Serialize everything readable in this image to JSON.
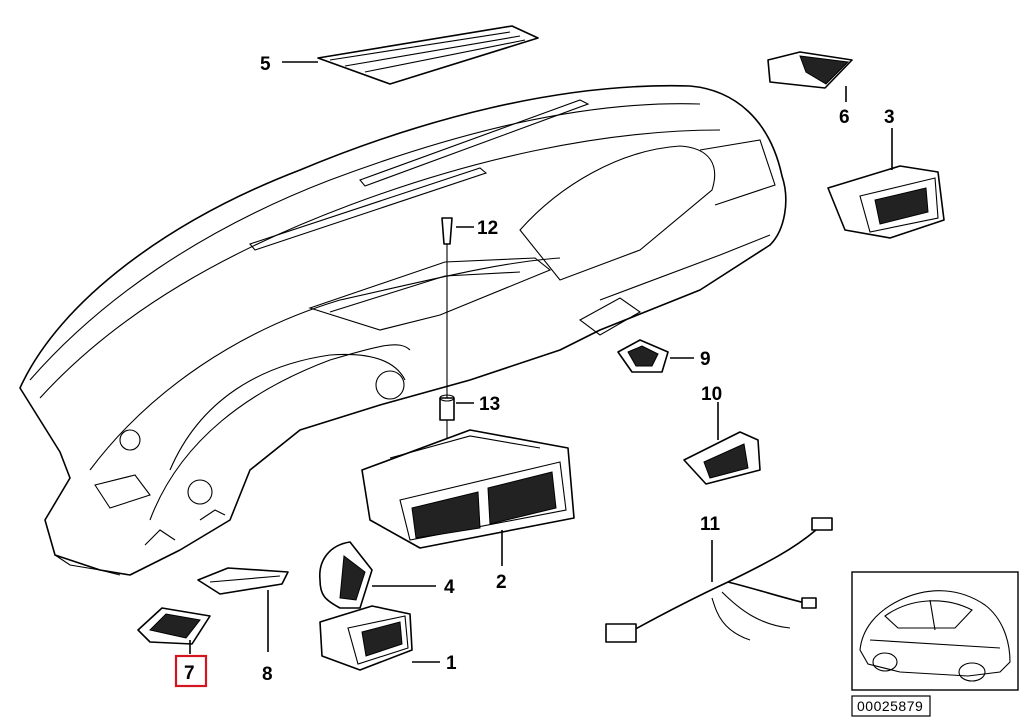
{
  "diagram": {
    "callouts": [
      {
        "id": "1",
        "label": "1"
      },
      {
        "id": "2",
        "label": "2"
      },
      {
        "id": "3",
        "label": "3"
      },
      {
        "id": "4",
        "label": "4"
      },
      {
        "id": "5",
        "label": "5"
      },
      {
        "id": "6",
        "label": "6"
      },
      {
        "id": "7",
        "label": "7",
        "highlighted": true
      },
      {
        "id": "8",
        "label": "8"
      },
      {
        "id": "9",
        "label": "9"
      },
      {
        "id": "10",
        "label": "10"
      },
      {
        "id": "11",
        "label": "11"
      },
      {
        "id": "12",
        "label": "12"
      },
      {
        "id": "13",
        "label": "13"
      }
    ],
    "reference_number": "00025879",
    "highlight_color": "#d4141e"
  }
}
